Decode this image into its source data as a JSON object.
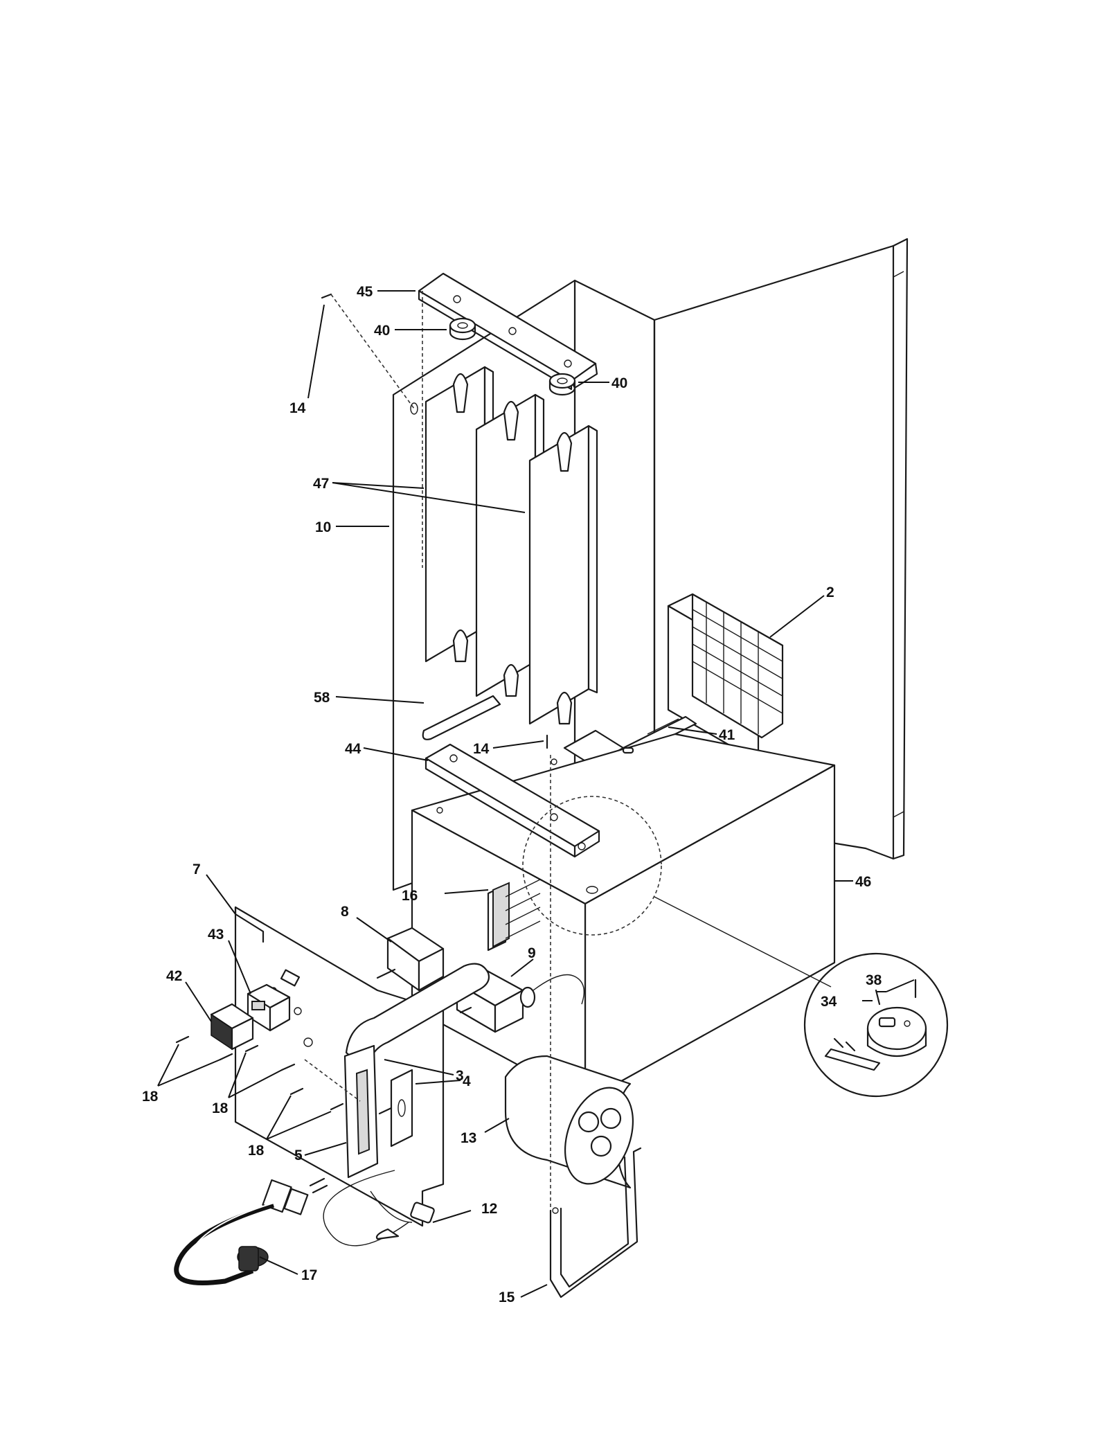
{
  "callouts": {
    "c45": "45",
    "c40a": "40",
    "c40b": "40",
    "c14a": "14",
    "c47": "47",
    "c10": "10",
    "c2": "2",
    "c58": "58",
    "c41": "41",
    "c14b": "14",
    "c44": "44",
    "c46": "46",
    "c16": "16",
    "c7": "7",
    "c8": "8",
    "c9": "9",
    "c43": "43",
    "c42": "42",
    "c3": "3",
    "c4": "4",
    "c18a": "18",
    "c18b": "18",
    "c18c": "18",
    "c5": "5",
    "c13": "13",
    "c12": "12",
    "c17": "17",
    "c15": "15",
    "c38": "38",
    "c34": "34"
  }
}
